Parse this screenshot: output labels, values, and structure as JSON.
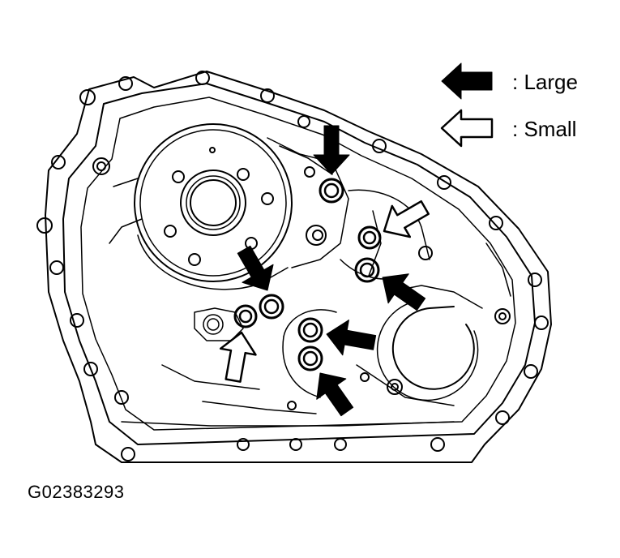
{
  "legend": {
    "large_label": ": Large",
    "small_label": ": Small"
  },
  "figure_id": "G02383293",
  "colors": {
    "line": "#000000",
    "background": "#ffffff"
  },
  "icons": [
    "large-arrow-icon",
    "small-arrow-icon",
    "o-ring-icon",
    "bolt-hole-icon"
  ]
}
